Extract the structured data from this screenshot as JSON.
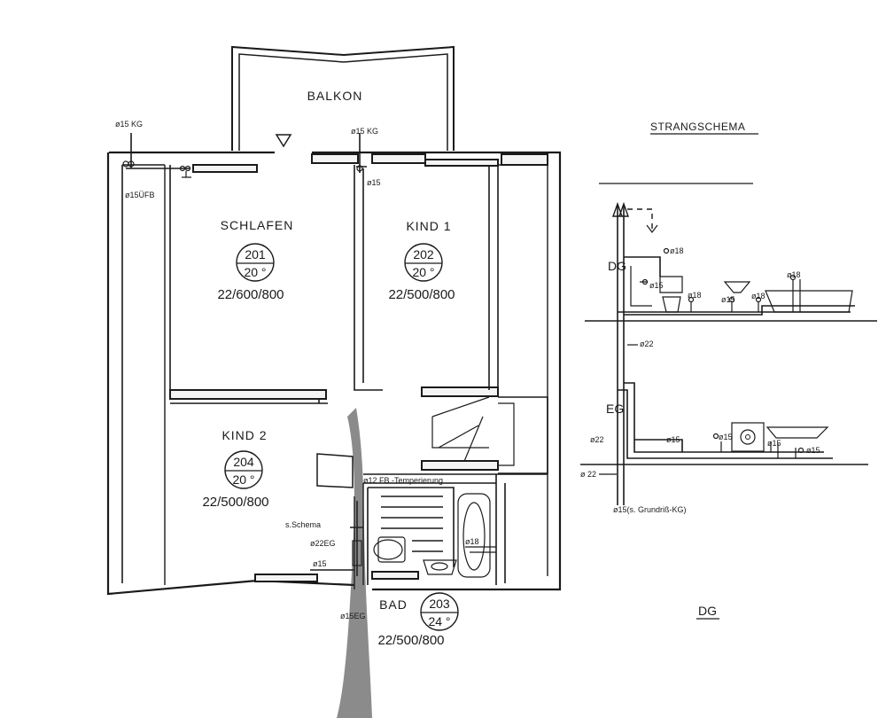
{
  "rooms": {
    "balkon": {
      "name": "BALKON"
    },
    "schlafen": {
      "name": "SCHLAFEN",
      "number": "201",
      "temp": "20 °",
      "dims": "22/600/800"
    },
    "kind1": {
      "name": "KIND 1",
      "number": "202",
      "temp": "20 °",
      "dims": "22/500/800"
    },
    "kind2": {
      "name": "KIND 2",
      "number": "204",
      "temp": "20 °",
      "dims": "22/500/800"
    },
    "bad": {
      "name": "BAD",
      "number": "203",
      "temp": "24 °",
      "dims": "22/500/800"
    }
  },
  "pipe_labels": {
    "kg_left": "ø15 KG",
    "uefb_left": "ø15ÜFB",
    "kg_right": "ø15 KG",
    "p15_right": "ø15",
    "fb_temperierung": "ø12 FB -Temperierung",
    "schema_ref": "s.Schema",
    "eg22": "ø22EG",
    "p15_bottom": "ø15",
    "eg15": "ø15EG",
    "bad18": "ø18"
  },
  "schema": {
    "title": "STRANGSCHEMA",
    "level_dg": "DG",
    "level_eg": "EG",
    "footer": "DG",
    "labels": {
      "dg_18a": "ø18",
      "dg_15a": "ø15",
      "dg_18b": "ø18",
      "dg_15b": "ø15",
      "dg_18c": "ø18",
      "dg_18d": "ø18",
      "riser_22": "ø22",
      "eg_22": "ø22",
      "eg_15a": "ø15",
      "eg_15b": "ø15",
      "eg_15c": "ø15",
      "eg_15d": "ø15",
      "kg_22": "ø 22",
      "kg_ref": "ø15(s. Grundriß-KG)"
    }
  }
}
